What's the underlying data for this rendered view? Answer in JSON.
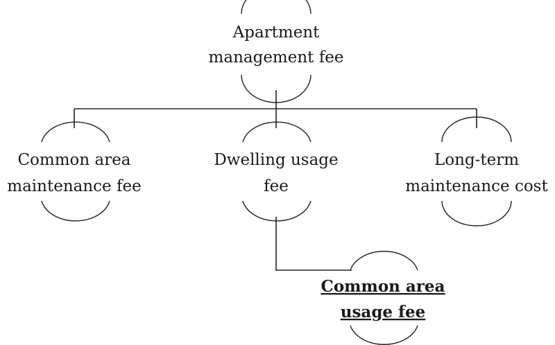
{
  "nodes": {
    "root": {
      "lines": [
        "Apartment",
        "management fee"
      ]
    },
    "common_area_maintenance": {
      "lines": [
        "Common area",
        "maintenance fee"
      ]
    },
    "dwelling_usage": {
      "lines": [
        "Dwelling usage",
        "fee"
      ]
    },
    "long_term_maintenance": {
      "lines": [
        "Long-term",
        "maintenance cost"
      ]
    },
    "common_area_usage": {
      "lines": [
        "Common area",
        "usage fee"
      ]
    }
  }
}
